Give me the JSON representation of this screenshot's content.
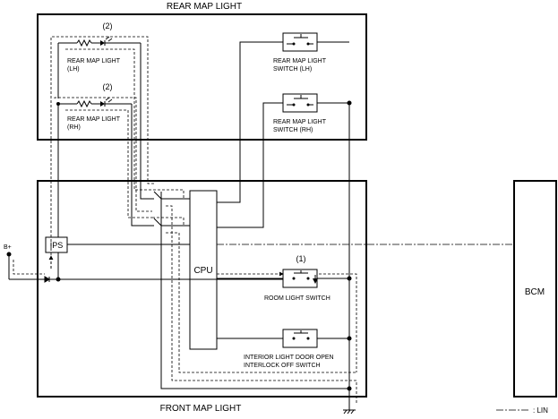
{
  "blocks": {
    "rear_title": "REAR MAP LIGHT",
    "front_title": "FRONT MAP LIGHT",
    "bcm": "BCM",
    "cpu": "CPU",
    "ips": "IPS"
  },
  "components": {
    "lamp_lh_callout": "(2)",
    "lamp_lh_line1": "REAR MAP LIGHT",
    "lamp_lh_line2": "(LH)",
    "lamp_rh_callout": "(2)",
    "lamp_rh_line1": "REAR MAP LIGHT",
    "lamp_rh_line2": "(RH)",
    "switch_lh_line1": "REAR MAP LIGHT",
    "switch_lh_line2": "SWITCH (LH)",
    "switch_rh_line1": "REAR MAP LIGHT",
    "switch_rh_line2": "SWITCH (RH)",
    "room_switch_callout": "(1)",
    "room_switch": "ROOM LIGHT SWITCH",
    "door_switch_line1": "INTERIOR LIGHT DOOR OPEN",
    "door_switch_line2": "INTERLOCK OFF SWITCH"
  },
  "power": {
    "battery": "B+"
  },
  "legend": {
    "lin": ": LIN"
  }
}
